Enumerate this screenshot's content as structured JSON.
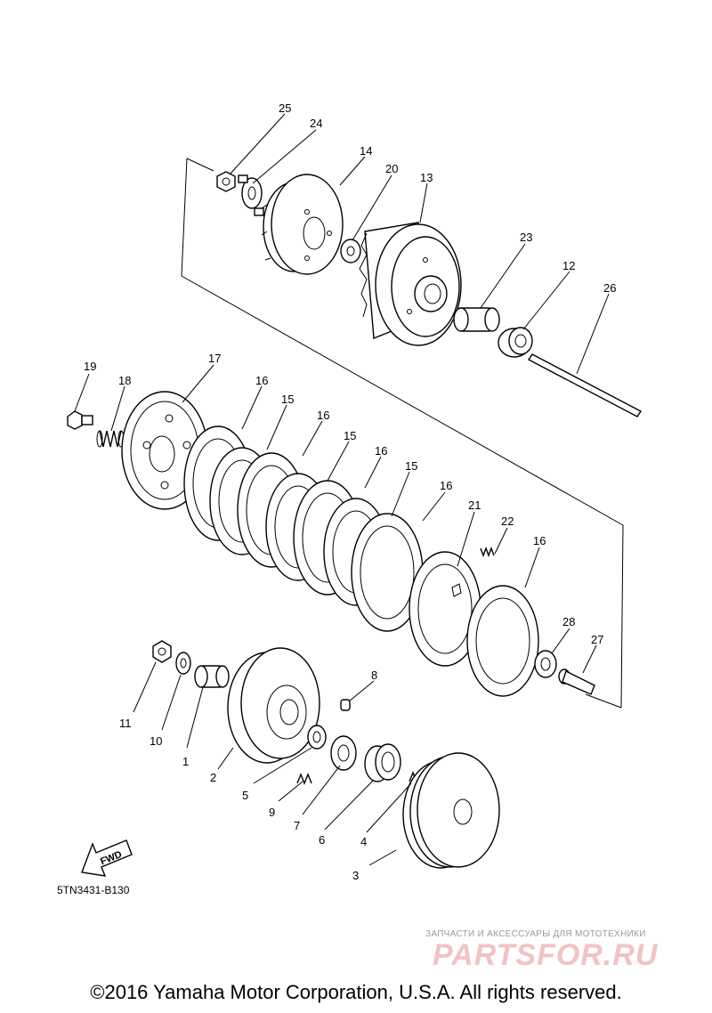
{
  "diagram": {
    "part_code": "5TN3431-B130",
    "fwd_label": "FWD",
    "callouts": {
      "c1": "1",
      "c2": "2",
      "c3": "3",
      "c4": "4",
      "c5": "5",
      "c6": "6",
      "c7": "7",
      "c8": "8",
      "c9": "9",
      "c10": "10",
      "c11": "11",
      "c12": "12",
      "c13": "13",
      "c14": "14",
      "c15a": "15",
      "c15b": "15",
      "c15c": "15",
      "c16a": "16",
      "c16b": "16",
      "c16c": "16",
      "c16d": "16",
      "c16e": "16",
      "c17": "17",
      "c18": "18",
      "c19": "19",
      "c20": "20",
      "c21": "21",
      "c22": "22",
      "c23": "23",
      "c24": "24",
      "c25": "25",
      "c26": "26",
      "c27": "27",
      "c28": "28"
    }
  },
  "watermark": {
    "tagline": "ЗАПЧАСТИ И АКСЕССУАРЫ ДЛЯ МОТОТЕХНИКИ",
    "logo": "PARTSFOR.RU"
  },
  "copyright": "©2016 Yamaha Motor Corporation, U.S.A. All rights reserved."
}
